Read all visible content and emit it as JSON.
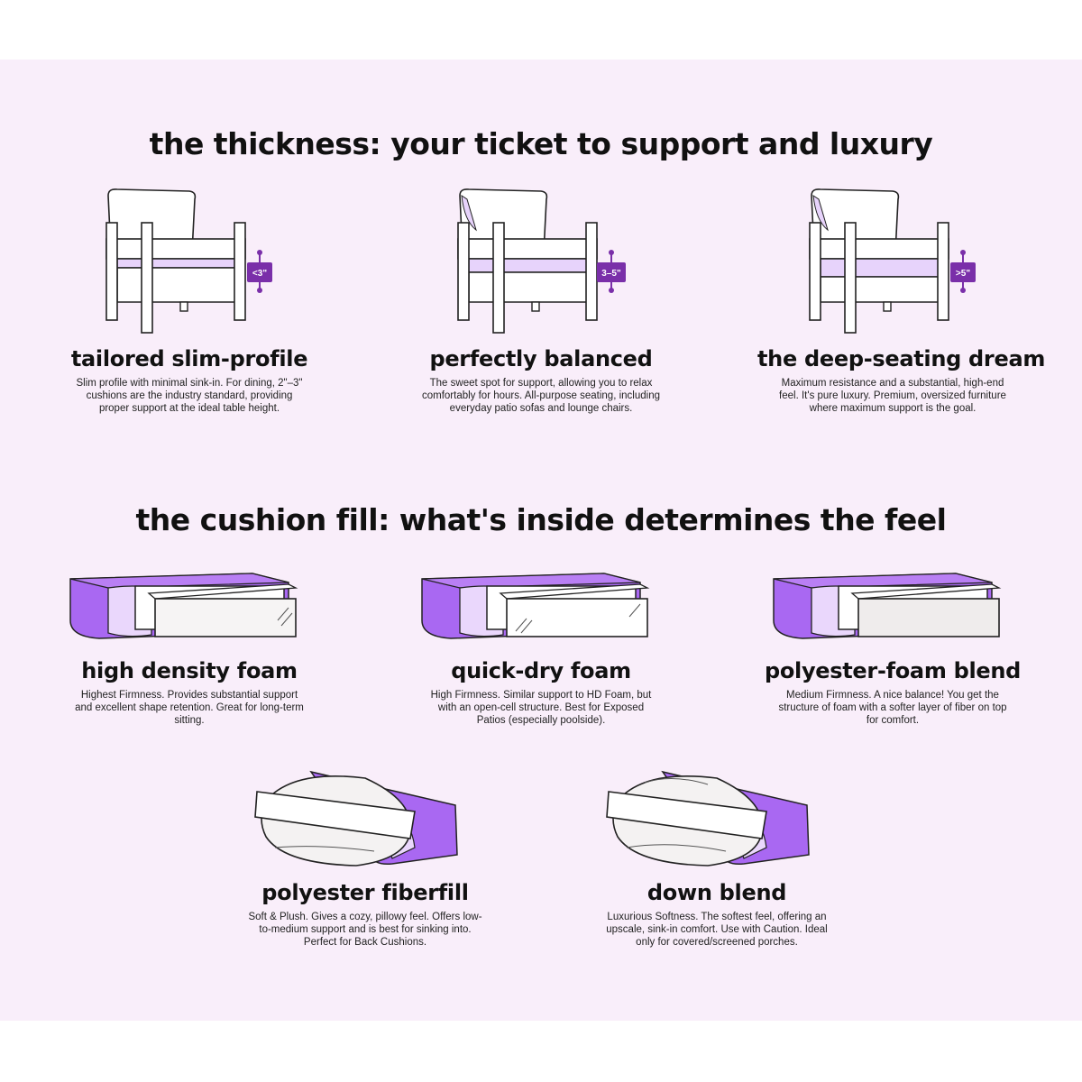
{
  "thickness": {
    "heading": "the thickness: your ticket to support and luxury",
    "items": [
      {
        "badge": "<3\"",
        "title": "tailored slim-profile",
        "desc": "Slim profile with minimal sink-in. For dining, 2\"–3\" cushions are the industry standard, providing proper support at the ideal table height."
      },
      {
        "badge": "3–5\"",
        "title": "perfectly balanced",
        "desc": "The sweet spot for support, allowing you to relax comfortably for hours. All-purpose seating, including everyday patio sofas and lounge chairs."
      },
      {
        "badge": ">5\"",
        "title": "the deep-seating dream",
        "desc": "Maximum resistance and a substantial, high-end feel. It's pure luxury. Premium, oversized furniture where maximum support is the goal."
      }
    ]
  },
  "fill": {
    "heading": "the cushion fill: what's inside determines the feel",
    "items": [
      {
        "title": "high density foam",
        "desc": "Highest Firmness. Provides substantial support and excellent shape retention. Great for long-term sitting."
      },
      {
        "title": "quick-dry foam",
        "desc": "High Firmness. Similar support to HD Foam, but with an open-cell structure. Best for Exposed Patios (especially poolside)."
      },
      {
        "title": "polyester-foam blend",
        "desc": "Medium Firmness. A nice balance! You get the structure of foam with a softer layer of fiber on top for comfort."
      },
      {
        "title": "polyester fiberfill",
        "desc": "Soft & Plush. Gives a cozy, pillowy feel. Offers low-to-medium support and is best for sinking into. Perfect for Back Cushions."
      },
      {
        "title": "down blend",
        "desc": "Luxurious Softness. The softest feel, offering an upscale, sink-in comfort. Use with Caution. Ideal only for covered/screened porches."
      }
    ]
  },
  "colors": {
    "purple": "#a968f2",
    "lavender": "#e9d6fb",
    "badge": "#7a2fa9",
    "line": "#222222"
  }
}
